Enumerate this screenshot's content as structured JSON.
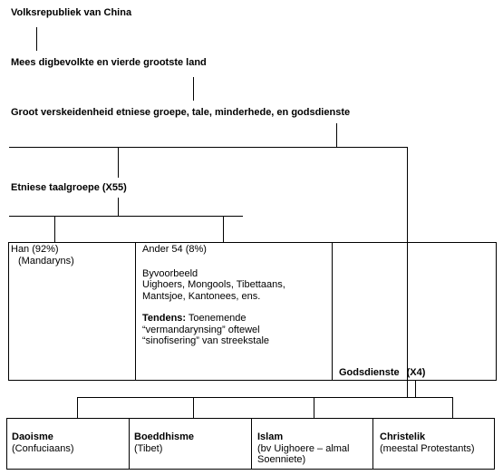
{
  "header": {
    "country": "Volksrepubliek van China",
    "population": "Mees digbevolkte en vierde grootste land",
    "diversity": "Groot verskeidenheid etniese groepe, tale, minderhede, en godsdienste"
  },
  "ethnic": {
    "title": "Etniese taalgroepe (X55)",
    "han": {
      "name": "Han (92%)",
      "sub": "(Mandaryns)"
    },
    "other": {
      "name": "Ander 54 (8%)",
      "example_lines": [
        "Byvoorbeeld",
        "Uighoers, Mongools, Tibettaans,",
        "Mantsjoe, Kantonees, ens."
      ],
      "trend_label": "Tendens:",
      "trend_text_1": " Toenemende",
      "trend_text_2": "“vermandarynsing” oftewel",
      "trend_text_3": "“sinofisering” van streekstale"
    }
  },
  "religions": {
    "title": "Godsdienste",
    "count": "(X4)",
    "items": [
      {
        "name": "Daoisme",
        "sub": [
          "(Confuciaans)"
        ]
      },
      {
        "name": "Boeddhisme",
        "sub": [
          "(Tibet)"
        ]
      },
      {
        "name": "Islam",
        "sub": [
          "(bv Uighoere – almal",
          "Soenniete)"
        ]
      },
      {
        "name": "Christelik",
        "sub": [
          "(meestal Protestants)"
        ]
      }
    ]
  }
}
